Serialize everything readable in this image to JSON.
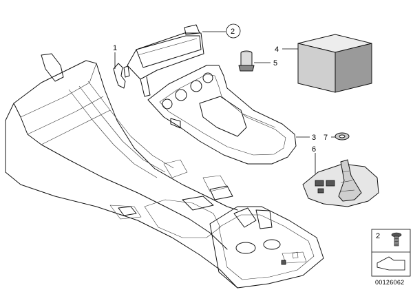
{
  "diagram": {
    "callouts": [
      {
        "id": "1",
        "label": "1"
      },
      {
        "id": "2",
        "label": "2"
      },
      {
        "id": "3",
        "label": "3"
      },
      {
        "id": "4",
        "label": "4"
      },
      {
        "id": "5",
        "label": "5"
      },
      {
        "id": "6",
        "label": "6"
      },
      {
        "id": "7",
        "label": "7"
      }
    ],
    "legend": {
      "label": "2"
    },
    "document_id": "00126062"
  }
}
